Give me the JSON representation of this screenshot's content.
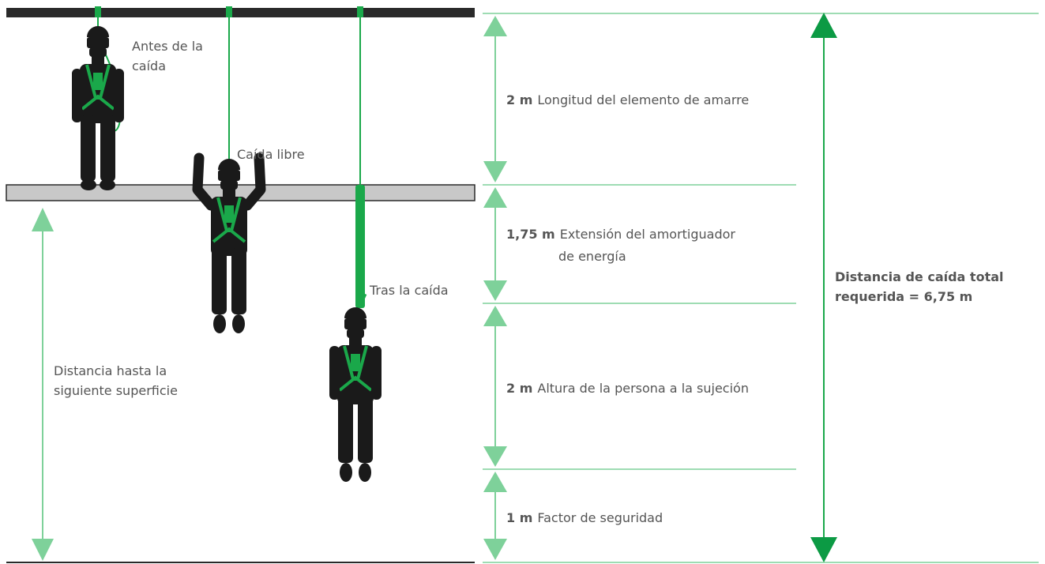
{
  "labels": {
    "before_fall_line1": "Antes de la",
    "before_fall_line2": "caída",
    "free_fall": "Caída libre",
    "after_fall": "Tras la caída",
    "distance_next_line1": "Distancia hasta la",
    "distance_next_line2": "siguiente superficie"
  },
  "segments": [
    {
      "value": "2 m",
      "text": "Longitud del elemento de amarre",
      "text2": ""
    },
    {
      "value": "1,75 m",
      "text": "Extensión del amortiguador",
      "text2": "de energía"
    },
    {
      "value": "2 m",
      "text": "Altura de la persona a la sujeción",
      "text2": ""
    },
    {
      "value": "1 m",
      "text": "Factor de seguridad",
      "text2": ""
    }
  ],
  "total": {
    "line1": "Distancia de caída total",
    "line2": "requerida = 6,75 m"
  },
  "colors": {
    "green": "#1aa84a",
    "light_green": "#7ed19a",
    "dark_green": "#0c9a44",
    "figure": "#1a1a1a",
    "beam": "#2a2a2a",
    "platform": "#c8c8c8",
    "text": "#555555"
  },
  "icons": [
    "worker-standing-icon",
    "worker-free-falling-icon",
    "worker-suspended-icon"
  ]
}
